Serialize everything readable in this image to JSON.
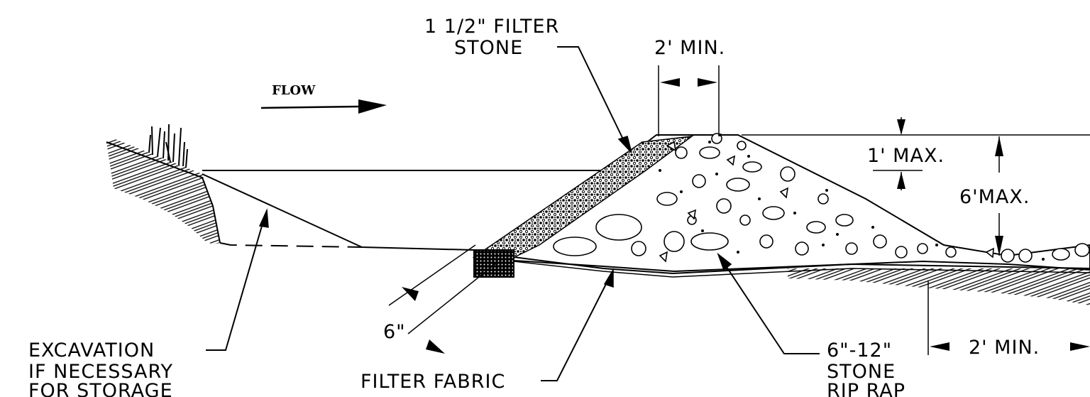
{
  "labels": {
    "filter_stone_line1": "1 1/2\" FILTER",
    "filter_stone_line2": "STONE",
    "top_width": "2' MIN.",
    "flow": "FLOW",
    "freeboard": "1' MAX.",
    "height": "6'MAX.",
    "thickness": "6\"",
    "excavation_line1": "EXCAVATION",
    "excavation_line2": "IF NECESSARY",
    "excavation_line3": "FOR STORAGE",
    "filter_fabric": "FILTER FABRIC",
    "riprap_line1": "6\"-12\"",
    "riprap_line2": "STONE",
    "riprap_line3": "RIP RAP",
    "toe_width": "2' MIN."
  }
}
